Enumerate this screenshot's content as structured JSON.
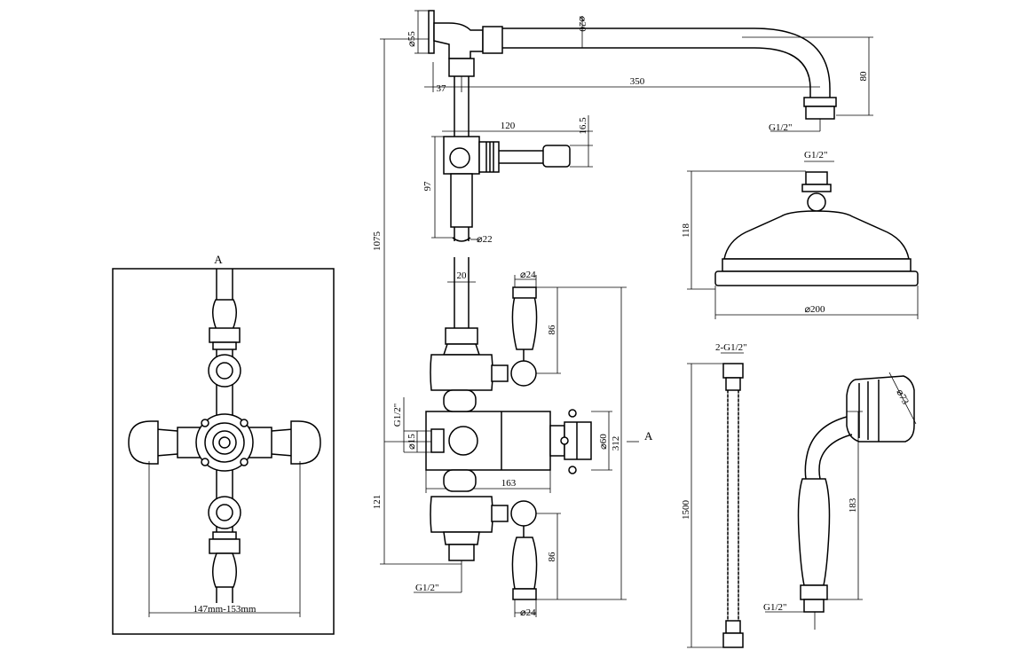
{
  "labels": {
    "section_a_top": "A",
    "section_a_side": "A",
    "arm_dia": "⌀20",
    "wall_flange_dia": "⌀55",
    "arm_length": "350",
    "arm_offset": "37",
    "arm_drop": "80",
    "arm_outlet": "G1/2\"",
    "diverter_width": "120",
    "diverter_handle": "16.5",
    "slide_height": "97",
    "riser_dia": "⌀22",
    "riser_total": "1075",
    "pipe_20": "20",
    "handle_dia_top": "⌀24",
    "handle_height_top": "86",
    "valve_inlet": "G1/2\"",
    "inlet_dia": "⌀15",
    "valve_body_dia": "⌀60",
    "valve_height": "312",
    "valve_depth": "163",
    "lower_121": "121",
    "bottom_outlet": "G1/2\"",
    "handle_height_bottom": "86",
    "handle_dia_bottom": "⌀24",
    "head_inlet": "G1/2\"",
    "head_height": "118",
    "head_dia": "⌀200",
    "hose_fittings": "2-G1/2\"",
    "hose_length": "1500",
    "handset_dia": "⌀73",
    "handset_height": "183",
    "handset_inlet": "G1/2\"",
    "centres_range": "147mm-153mm"
  }
}
